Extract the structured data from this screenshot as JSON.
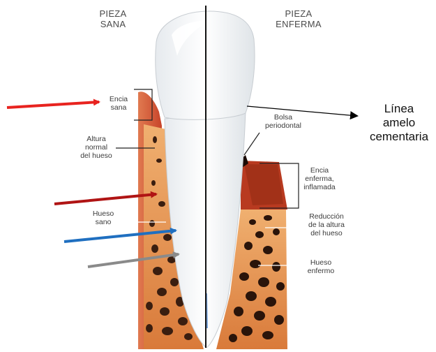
{
  "headers": {
    "healthy": "PIEZA\nSANA",
    "diseased": "PIEZA\nENFERMA"
  },
  "labels": {
    "healthy_gum": "Encia\nsana",
    "normal_bone_height": "Altura\nnormal\ndel hueso",
    "healthy_bone": "Hueso\nsano",
    "periodontal_pocket": "Bolsa\nperiodontal",
    "diseased_gum": "Encia\nenferma,\ninflamada",
    "bone_height_reduction": "Reducción\nde la altura\ndel hueso",
    "diseased_bone": "Hueso\nenfermo",
    "cementoenamel_line": "Línea\namelo\ncementaria"
  },
  "colors": {
    "red_arrow": "#e8231f",
    "dark_red_arrow": "#b01414",
    "blue_arrow": "#1f6fc0",
    "gray_arrow": "#8a8a8a",
    "gum": "#d4532f",
    "bone": "#e8a060",
    "enamel": "#f4f6f8"
  }
}
